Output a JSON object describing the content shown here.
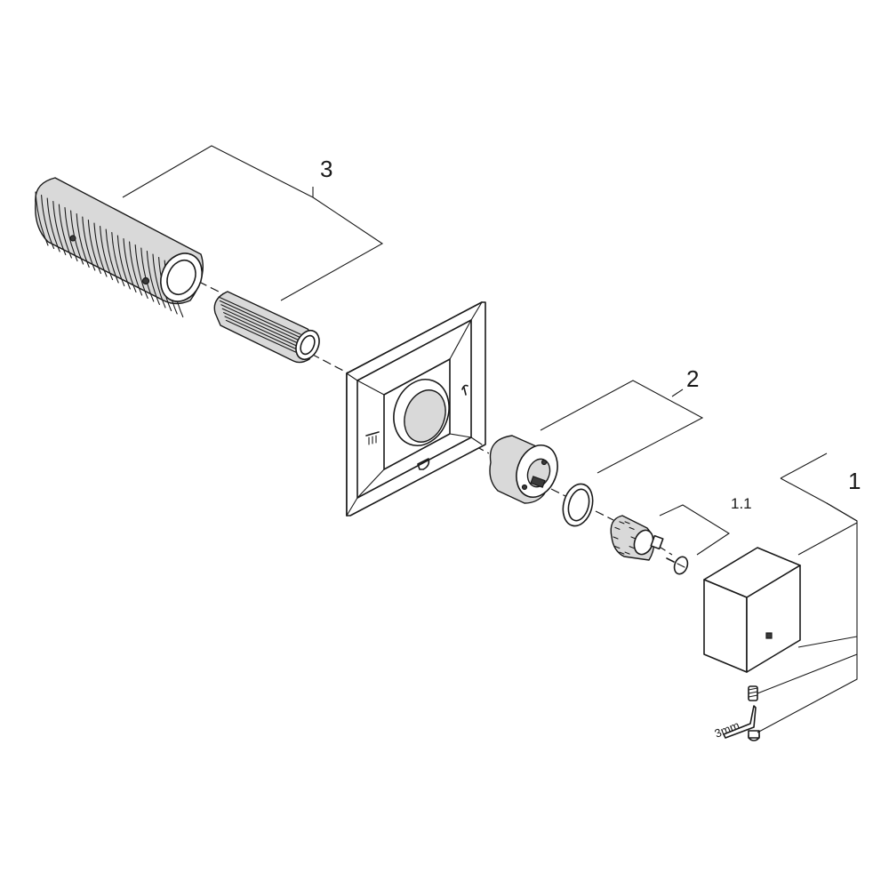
{
  "callouts": {
    "part_1": "1",
    "part_1_1": "1.1",
    "part_2": "2",
    "part_3": "3"
  },
  "tool": {
    "hex_key_size": "3mm"
  }
}
